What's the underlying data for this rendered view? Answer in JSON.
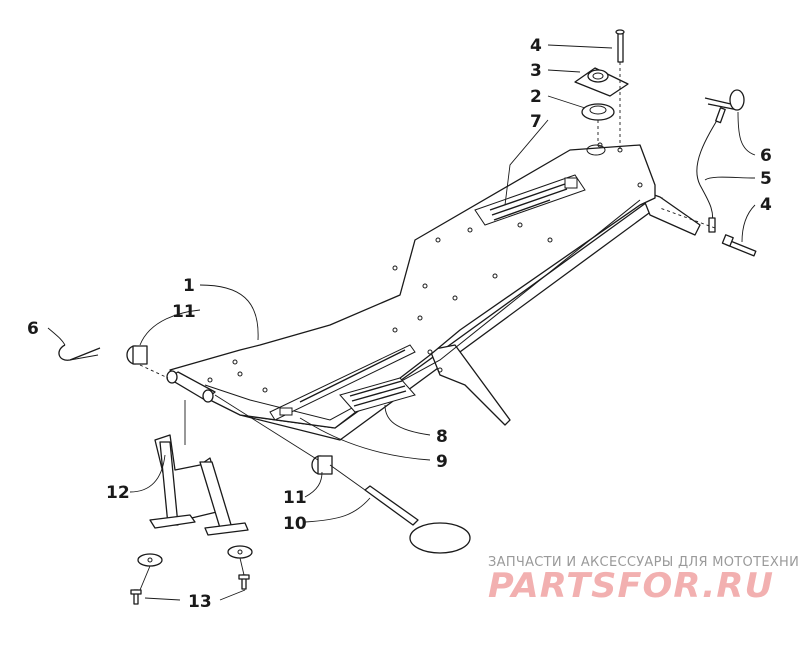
{
  "callouts": {
    "c1": "1",
    "c2": "2",
    "c3": "3",
    "c4_top": "4",
    "c4_right": "4",
    "c5": "5",
    "c6_right": "6",
    "c6_left": "6",
    "c7": "7",
    "c8": "8",
    "c9": "9",
    "c10": "10",
    "c11_top": "11",
    "c11_bottom": "11",
    "c12": "12",
    "c13": "13"
  },
  "watermark": {
    "tagline": "ЗАПЧАСТИ И АКСЕССУАРЫ ДЛЯ МОТОТЕХНИКИ",
    "logo": "PARTSFOR.RU"
  },
  "colors": {
    "line": "#1a1a1a",
    "watermark_text": "#9a9a9a",
    "watermark_logo": "#f2b0b0"
  }
}
